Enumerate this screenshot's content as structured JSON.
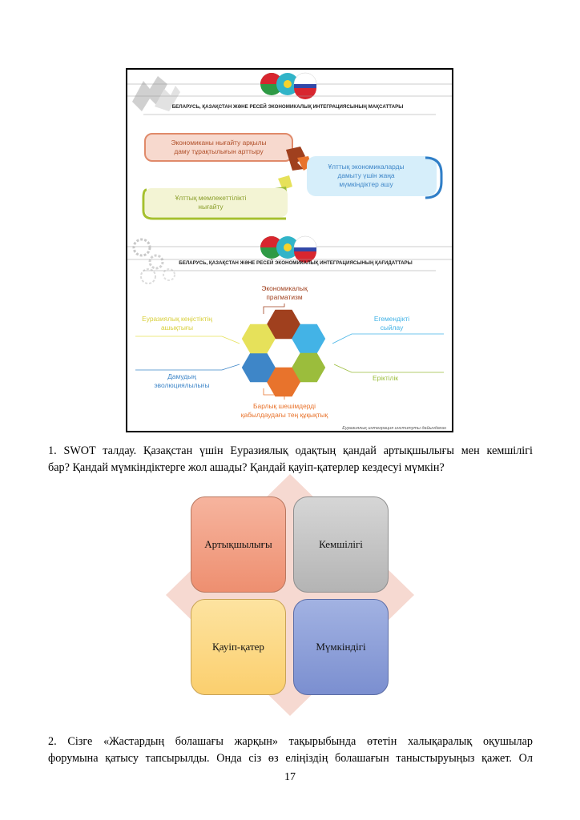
{
  "figure": {
    "section1_title": "БЕЛАРУСЬ, ҚАЗАҚСТАН ЖӘНЕ РЕСЕЙ ЭКОНОМИКАЛЫҚ ИНТЕГРАЦИЯСЫНЫҢ МАҚСАТТАРЫ",
    "goals": [
      "Экономиканы нығайту арқылы",
      "даму тұрақтылығын арттыру",
      "Ұлттық экономикаларды",
      "дамыту үшін жаңа",
      "мүмкіндіктер ашу",
      "Ұлттық мемлекеттілікті",
      "нығайту"
    ],
    "section2_title": "БЕЛАРУСЬ, ҚАЗАҚСТАН ЖӘНЕ РЕСЕЙ ЭКОНОМИКАЛЫҚ ИНТЕГРАЦИЯСЫНЫҢ ҚАҒИДАТТАРЫ",
    "principles": [
      "Экономикалық",
      "прагматизм",
      "Еуразиялық кеңістіктің",
      "ашықтығы",
      "Егемендікті",
      "сыйлау",
      "Дамудың",
      "эволюциялылығы",
      "Еріктілік",
      "Барлық шешімдерді",
      "қабылдаудағы тең құқықтық"
    ],
    "source": "Еуразиялық интеграция институты дайындаған",
    "colors": {
      "brown": "#a0401e",
      "orange": "#e8732c",
      "light_blue": "#43b3e6",
      "blue": "#3e86c8",
      "green": "#9bbd3c",
      "yellow": "#e6e15a"
    }
  },
  "paragraph1": {
    "line1": "1. SWOT талдау. Қазақстан үшін Еуразиялық одақтың қандай артықшылығы мен кемшілігі",
    "line2": "бар? Қандай мүмкіндіктерге жол ашады? Қандай қауіп-қатерлер кездесуі мүмкін?"
  },
  "swot": {
    "strengths": "Артықшылығы",
    "weaknesses": "Кемшілігі",
    "threats": "Қауіп-қатер",
    "opportunities": "Мүмкіндігі",
    "colors": {
      "diamond": "#f6d9d1",
      "strengths": "#f2a085",
      "weaknesses": "#c6c6c6",
      "threats": "#fdd984",
      "opportunities": "#8ea0d8"
    }
  },
  "paragraph2": {
    "line1": "2. Сізге «Жастардың болашағы жарқын» тақырыбында өтетін халықаралық оқушылар",
    "line2": "форумына қатысу тапсырылды. Онда сіз өз еліңіздің болашағын таныстыруыңыз қажет. Ол"
  },
  "page_number": "17"
}
